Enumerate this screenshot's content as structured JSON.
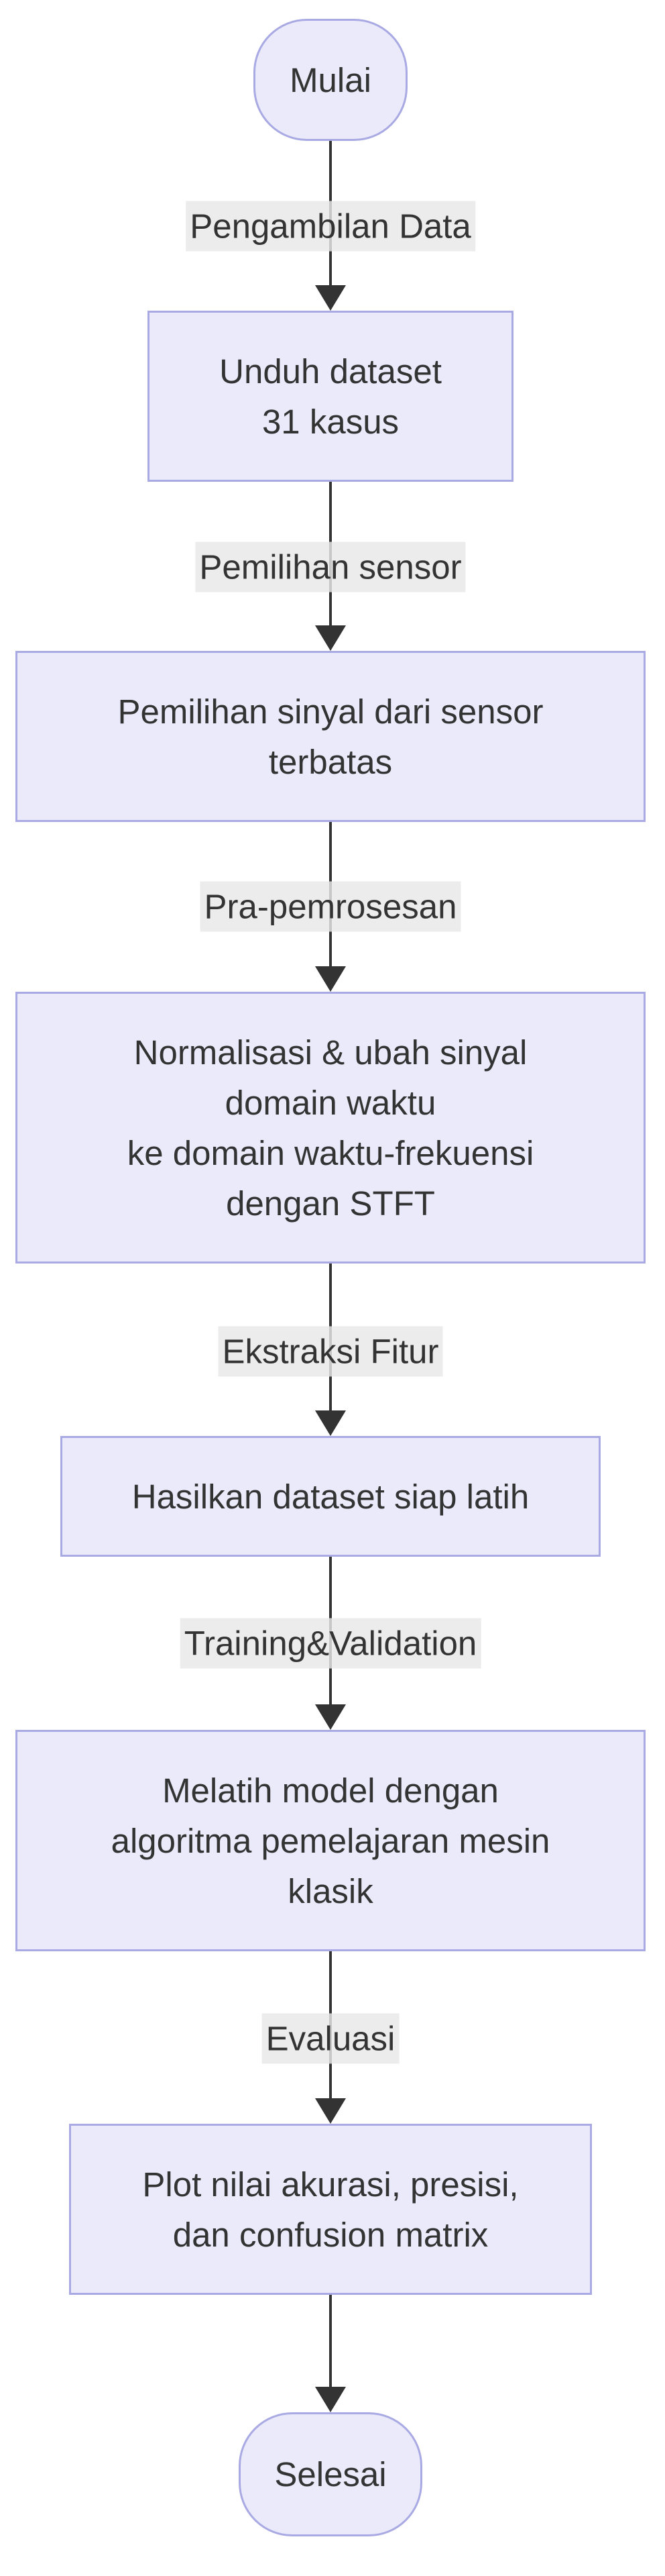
{
  "diagram": {
    "type": "flowchart",
    "direction": "top-down",
    "colors": {
      "node_fill": "#EAEAFB",
      "node_border": "#A9A9E3",
      "edge": "#333333",
      "edge_label_bg": "#E8E8E8",
      "text": "#333333",
      "background": "#FFFFFF"
    },
    "nodes": [
      {
        "id": "start",
        "shape": "stadium",
        "label": "Mulai"
      },
      {
        "id": "download-dataset",
        "shape": "rect",
        "lines": [
          "Unduh dataset",
          "31 kasus"
        ]
      },
      {
        "id": "sensor-signal-selection",
        "shape": "rect",
        "lines": [
          "Pemilihan sinyal dari sensor",
          "terbatas"
        ]
      },
      {
        "id": "preprocessing-stft",
        "shape": "rect",
        "lines": [
          "Normalisasi & ubah sinyal",
          "domain waktu",
          "ke domain waktu-frekuensi",
          "dengan STFT"
        ]
      },
      {
        "id": "ready-dataset",
        "shape": "rect",
        "lines": [
          "Hasilkan dataset siap latih"
        ]
      },
      {
        "id": "train-model",
        "shape": "rect",
        "lines": [
          "Melatih model dengan",
          "algoritma pemelajaran mesin",
          "klasik"
        ]
      },
      {
        "id": "plot-results",
        "shape": "rect",
        "lines": [
          "Plot nilai akurasi, presisi,",
          "dan confusion matrix"
        ]
      },
      {
        "id": "end",
        "shape": "stadium",
        "label": "Selesai"
      }
    ],
    "edges": [
      {
        "from": "start",
        "to": "download-dataset",
        "label": "Pengambilan Data"
      },
      {
        "from": "download-dataset",
        "to": "sensor-signal-selection",
        "label": "Pemilihan sensor"
      },
      {
        "from": "sensor-signal-selection",
        "to": "preprocessing-stft",
        "label": "Pra-pemrosesan"
      },
      {
        "from": "preprocessing-stft",
        "to": "ready-dataset",
        "label": "Ekstraksi Fitur"
      },
      {
        "from": "ready-dataset",
        "to": "train-model",
        "label": "Training&Validation"
      },
      {
        "from": "train-model",
        "to": "plot-results",
        "label": "Evaluasi"
      },
      {
        "from": "plot-results",
        "to": "end",
        "label": ""
      }
    ]
  }
}
